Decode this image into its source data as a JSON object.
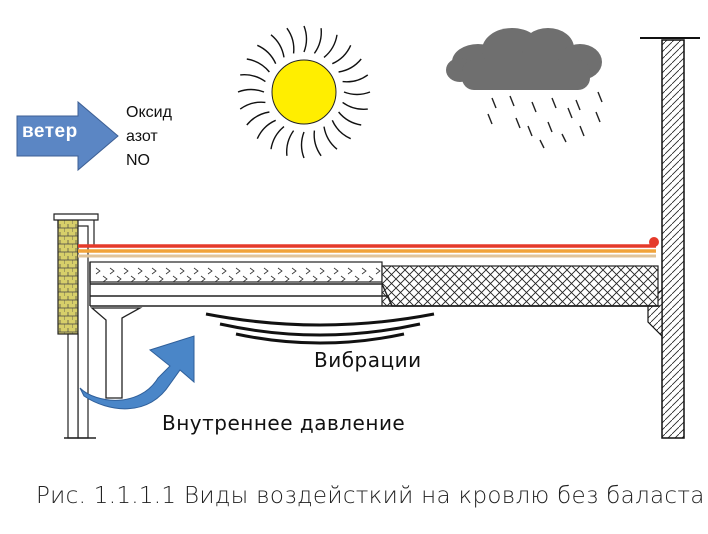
{
  "labels": {
    "wind": "ветер",
    "oxide_line1": "Оксид",
    "oxide_line2": "азот",
    "oxide_line3": "NO",
    "vibrations": "Вибрации",
    "internal_pressure": "Внутреннее давление",
    "caption": "Рис. 1.1.1.1 Виды воздейсткий на кровлю без баласта"
  },
  "colors": {
    "sun": "#ffee00",
    "cloud": "#707070",
    "wind_arrow": "#5b86c4",
    "pressure_arrow": "#4a86c8",
    "membrane_red": "#e53a2a",
    "membrane_orange": "#f1a33a",
    "membrane_tan": "#e0c49a",
    "parapet_yellow": "#d7cf6a"
  },
  "icons": {
    "sun": "sun-icon",
    "cloud": "rain-cloud-icon",
    "wind_arrow": "wind-arrow-icon",
    "pressure_arrow": "curved-arrow-icon"
  }
}
